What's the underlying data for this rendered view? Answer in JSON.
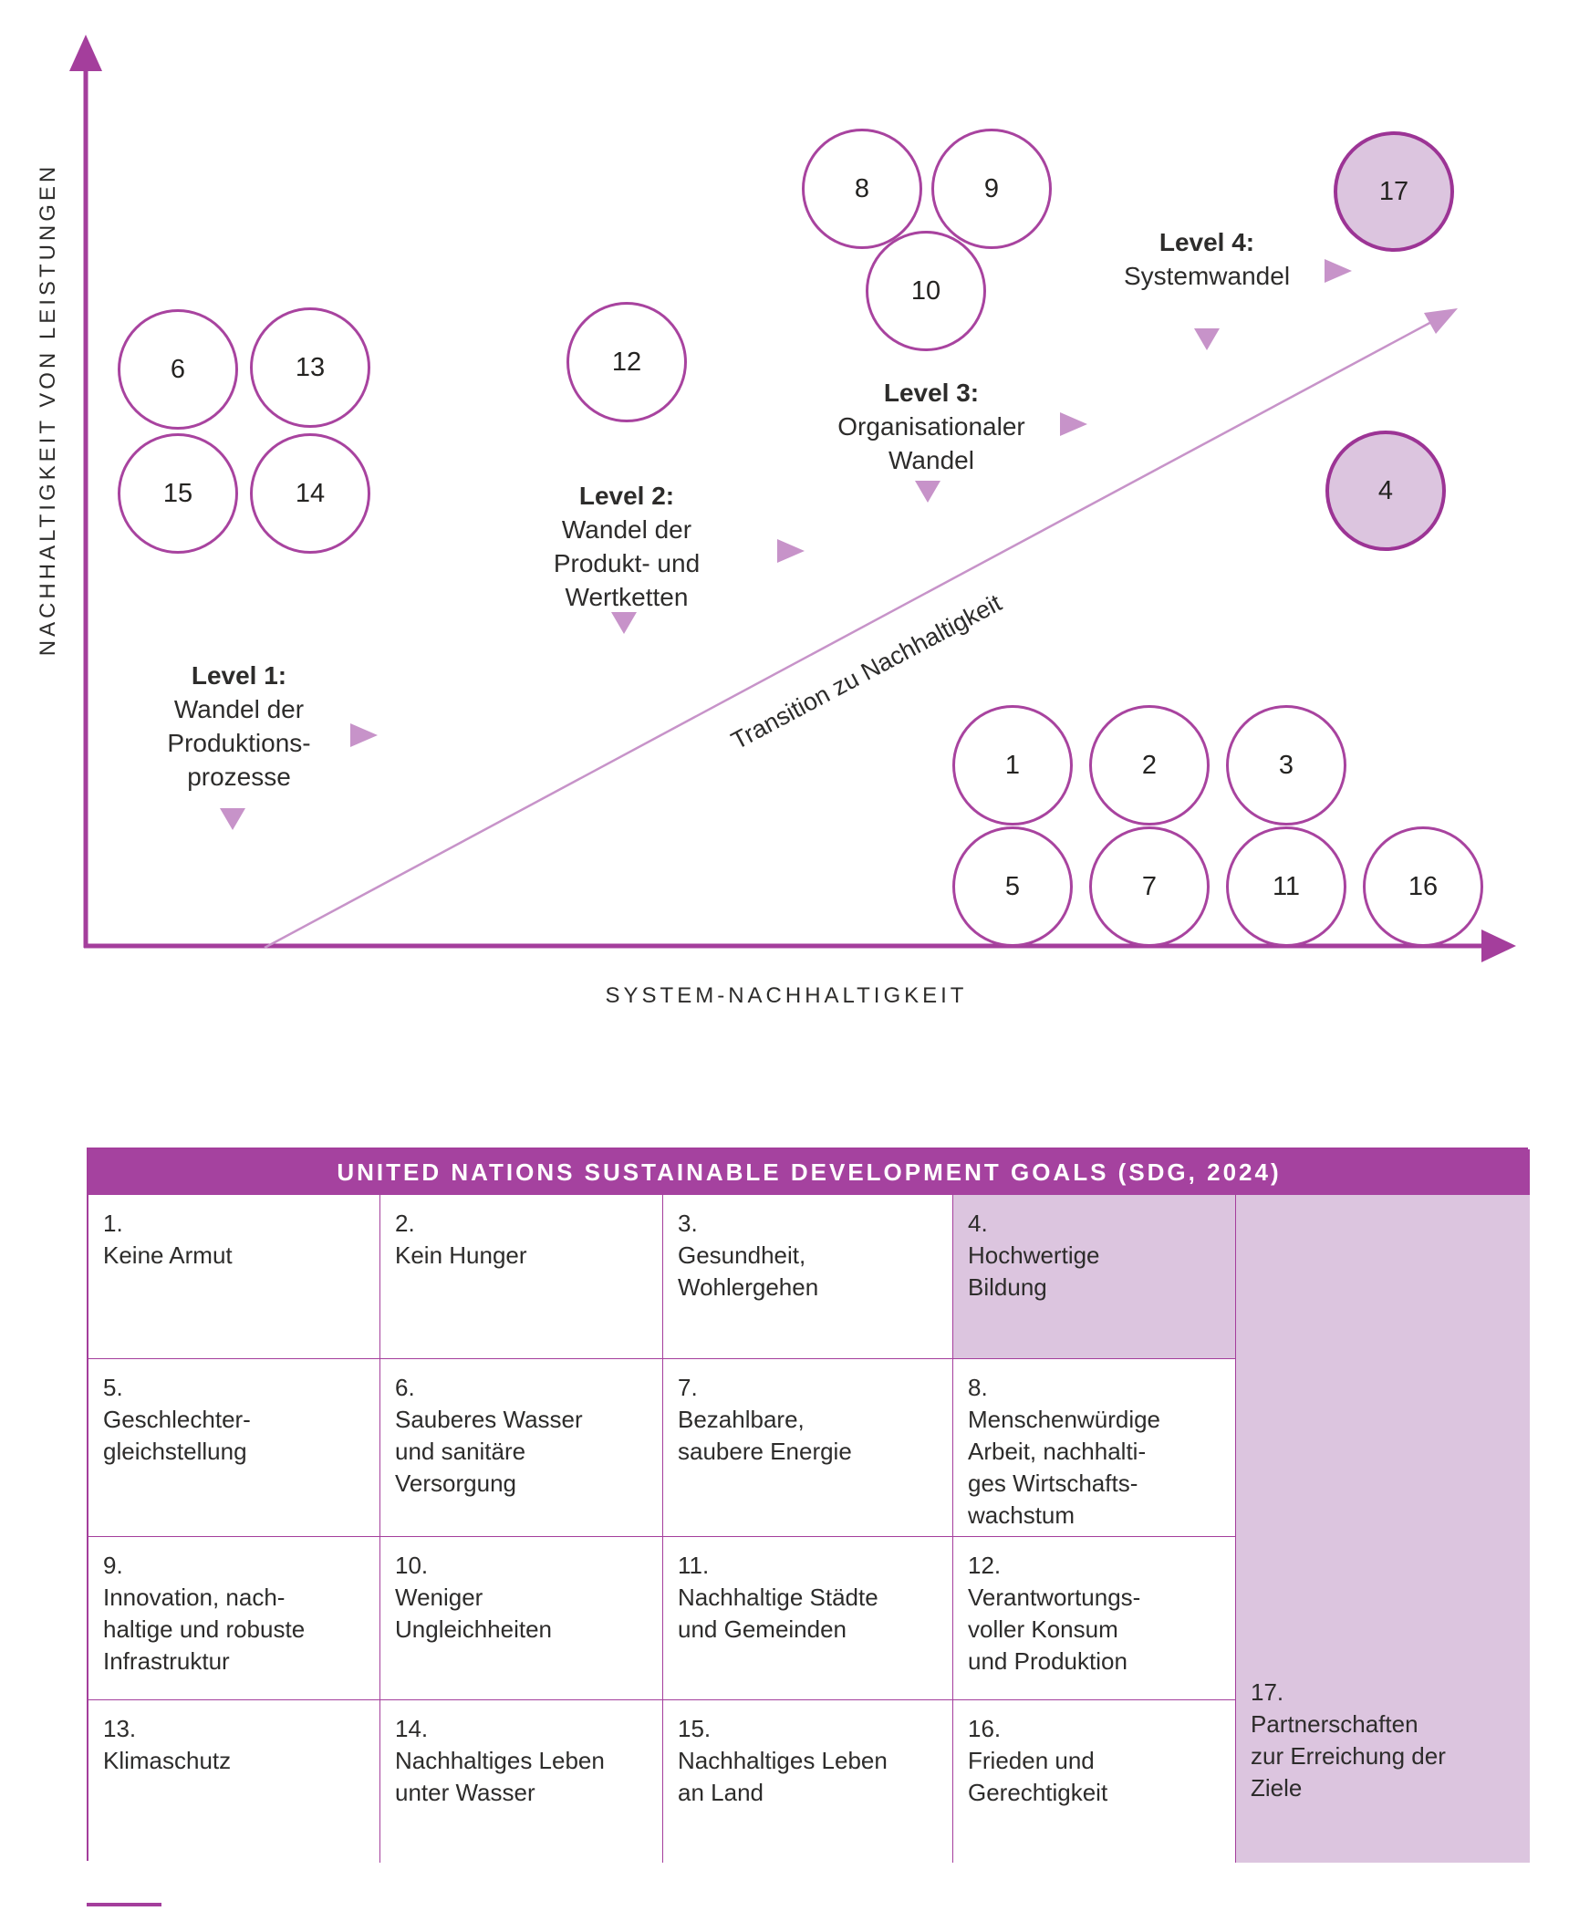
{
  "colors": {
    "magenta": "#a43e9c",
    "circle_stroke": "#a8439f",
    "light_purple": "#c793c9",
    "lavender_fill": "#dcc5df",
    "text": "#2d2c2b"
  },
  "chart": {
    "y_axis_label": "NACHHALTIGKEIT VON LEISTUNGEN",
    "x_axis_label": "SYSTEM-NACHHALTIGKEIT",
    "diagonal_label": "Transition zu Nachhaltigkeit",
    "levels": [
      {
        "title": "Level 1:",
        "lines": [
          "Wandel der",
          "Produktions-",
          "prozesse"
        ]
      },
      {
        "title": "Level 2:",
        "lines": [
          "Wandel der",
          "Produkt- und",
          "Wertketten"
        ]
      },
      {
        "title": "Level 3:",
        "lines": [
          "Organisationaler",
          "Wandel"
        ]
      },
      {
        "title": "Level 4:",
        "lines": [
          "Systemwandel"
        ]
      }
    ],
    "circles": {
      "n6": "6",
      "n13": "13",
      "n15": "15",
      "n14": "14",
      "n12": "12",
      "n8": "8",
      "n9": "9",
      "n10": "10",
      "n17": "17",
      "n4": "4",
      "n1": "1",
      "n2": "2",
      "n3": "3",
      "n5": "5",
      "n7": "7",
      "n11": "11",
      "n16": "16"
    }
  },
  "table": {
    "title": "UNITED NATIONS SUSTAINABLE DEVELOPMENT GOALS (SDG, 2024)",
    "goals": [
      {
        "num": "1.",
        "name": "Keine Armut"
      },
      {
        "num": "2.",
        "name": "Kein Hunger"
      },
      {
        "num": "3.",
        "name": "Gesundheit,\nWohlergehen"
      },
      {
        "num": "4.",
        "name": "Hochwertige\nBildung"
      },
      {
        "num": "5.",
        "name": "Geschlechter-\ngleichstellung"
      },
      {
        "num": "6.",
        "name": "Sauberes Wasser\nund sanitäre\nVersorgung"
      },
      {
        "num": "7.",
        "name": "Bezahlbare,\nsaubere Energie"
      },
      {
        "num": "8.",
        "name": "Menschenwürdige\nArbeit, nachhalti-\nges Wirtschafts-\nwachstum"
      },
      {
        "num": "9.",
        "name": "Innovation, nach-\nhaltige und robuste\nInfrastruktur"
      },
      {
        "num": "10.",
        "name": "Weniger\nUngleichheiten"
      },
      {
        "num": "11.",
        "name": "Nachhaltige Städte\nund Gemeinden"
      },
      {
        "num": "12.",
        "name": "Verantwortungs-\nvoller Konsum\nund Produktion"
      },
      {
        "num": "13.",
        "name": "Klimaschutz"
      },
      {
        "num": "14.",
        "name": "Nachhaltiges Leben\nunter Wasser"
      },
      {
        "num": "15.",
        "name": "Nachhaltiges Leben\nan Land"
      },
      {
        "num": "16.",
        "name": "Frieden und\nGerechtigkeit"
      },
      {
        "num": "17.",
        "name": "Partnerschaften\nzur Erreichung der\nZiele"
      }
    ]
  }
}
